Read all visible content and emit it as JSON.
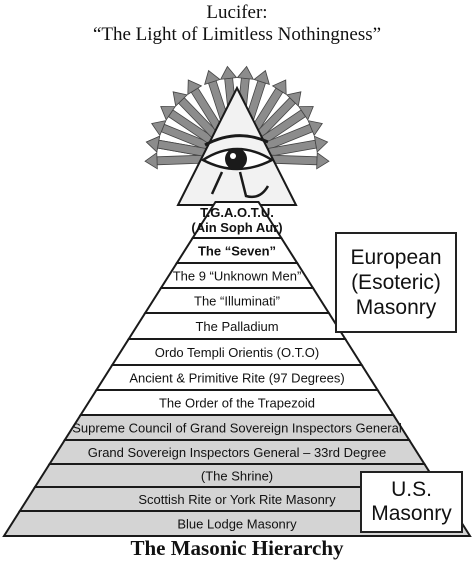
{
  "header": {
    "line1": "Lucifer:",
    "line2": "“The Light of Limitless Nothingness”"
  },
  "layers": [
    {
      "line1": "T.G.A.O.T.U.",
      "line2": "(Ain Soph Aur)",
      "bold": true
    },
    {
      "label": "The “Seven”",
      "bold": true
    },
    {
      "label": "The 9 “Unknown Men”"
    },
    {
      "label": "The “Illuminati”"
    },
    {
      "label": "The Palladium"
    },
    {
      "label": "Ordo Templi Orientis (O.T.O)"
    },
    {
      "label": "Ancient & Primitive Rite (97 Degrees)"
    },
    {
      "label": "The Order of the Trapezoid"
    },
    {
      "label": "Supreme Council of Grand Sovereign Inspectors General",
      "shaded": true
    },
    {
      "label": "Grand Sovereign Inspectors General – 33rd Degree",
      "shaded": true
    },
    {
      "label": "(The Shrine)",
      "shaded": true
    },
    {
      "label": "Scottish Rite or York Rite Masonry",
      "shaded": true
    },
    {
      "label": "Blue Lodge Masonry",
      "shaded": true
    }
  ],
  "boxes": {
    "european": {
      "line1": "European",
      "line2": "(Esoteric)",
      "line3": "Masonry"
    },
    "us": {
      "line1": "U.S.",
      "line2": "Masonry"
    }
  },
  "title": "The Masonic Hierarchy",
  "colors": {
    "shaded": "#d4d4d4",
    "white": "#ffffff",
    "stroke": "#1a1a1a",
    "rays": "#8c8c8c"
  }
}
